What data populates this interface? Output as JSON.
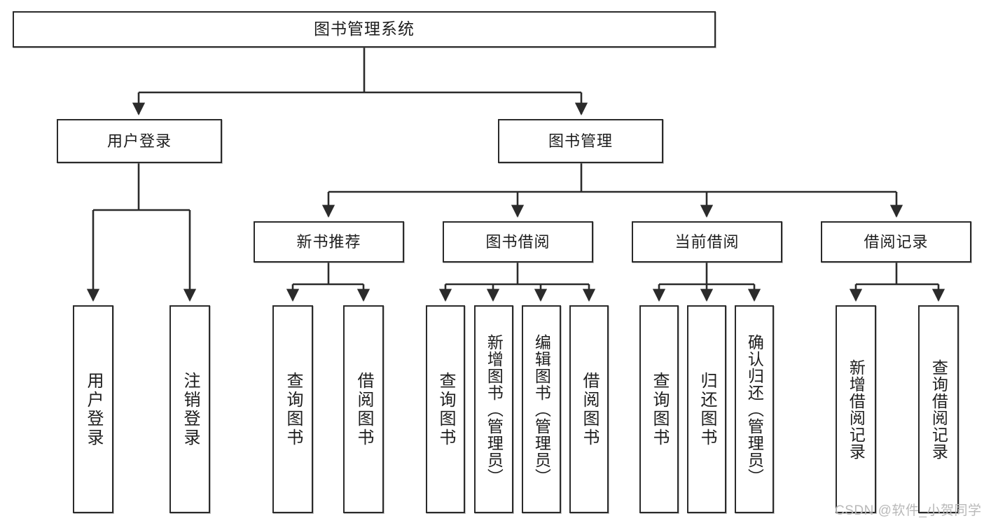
{
  "diagram": {
    "title": "图书管理系统",
    "type": "tree",
    "root": {
      "id": "root",
      "label": "图书管理系统"
    },
    "level2": [
      {
        "id": "user-login",
        "label": "用户登录"
      },
      {
        "id": "book-manage",
        "label": "图书管理"
      }
    ],
    "level3": [
      {
        "id": "new-book-rec",
        "label": "新书推荐",
        "parent": "book-manage"
      },
      {
        "id": "book-borrow",
        "label": "图书借阅",
        "parent": "book-manage"
      },
      {
        "id": "current-borrow",
        "label": "当前借阅",
        "parent": "book-manage"
      },
      {
        "id": "borrow-record",
        "label": "借阅记录",
        "parent": "book-manage"
      }
    ],
    "leaves": [
      {
        "id": "leaf-user-login",
        "label": "用户登录",
        "parent": "user-login"
      },
      {
        "id": "leaf-user-logout",
        "label": "注销登录",
        "parent": "user-login"
      },
      {
        "id": "leaf-rec-query",
        "label": "查询图书",
        "parent": "new-book-rec"
      },
      {
        "id": "leaf-rec-borrow",
        "label": "借阅图书",
        "parent": "new-book-rec"
      },
      {
        "id": "leaf-borrow-query",
        "label": "查询图书",
        "parent": "book-borrow"
      },
      {
        "id": "leaf-borrow-add",
        "label": "新增图书（管理员）",
        "parent": "book-borrow"
      },
      {
        "id": "leaf-borrow-edit",
        "label": "编辑图书（管理员）",
        "parent": "book-borrow"
      },
      {
        "id": "leaf-borrow-do",
        "label": "借阅图书",
        "parent": "book-borrow"
      },
      {
        "id": "leaf-cur-query",
        "label": "查询图书",
        "parent": "current-borrow"
      },
      {
        "id": "leaf-cur-return",
        "label": "归还图书",
        "parent": "current-borrow"
      },
      {
        "id": "leaf-cur-confirm",
        "label": "确认归还（管理员）",
        "parent": "current-borrow"
      },
      {
        "id": "leaf-rec-add",
        "label": "新增借阅记录",
        "parent": "borrow-record"
      },
      {
        "id": "leaf-rec-search",
        "label": "查询借阅记录",
        "parent": "borrow-record"
      }
    ]
  },
  "watermark": {
    "text": "CSDN @软件_小贺同学"
  },
  "colors": {
    "stroke": "#2b2b2b",
    "fill": "#ffffff",
    "text": "#1d1d1d",
    "watermark": "#b9b9b9"
  }
}
